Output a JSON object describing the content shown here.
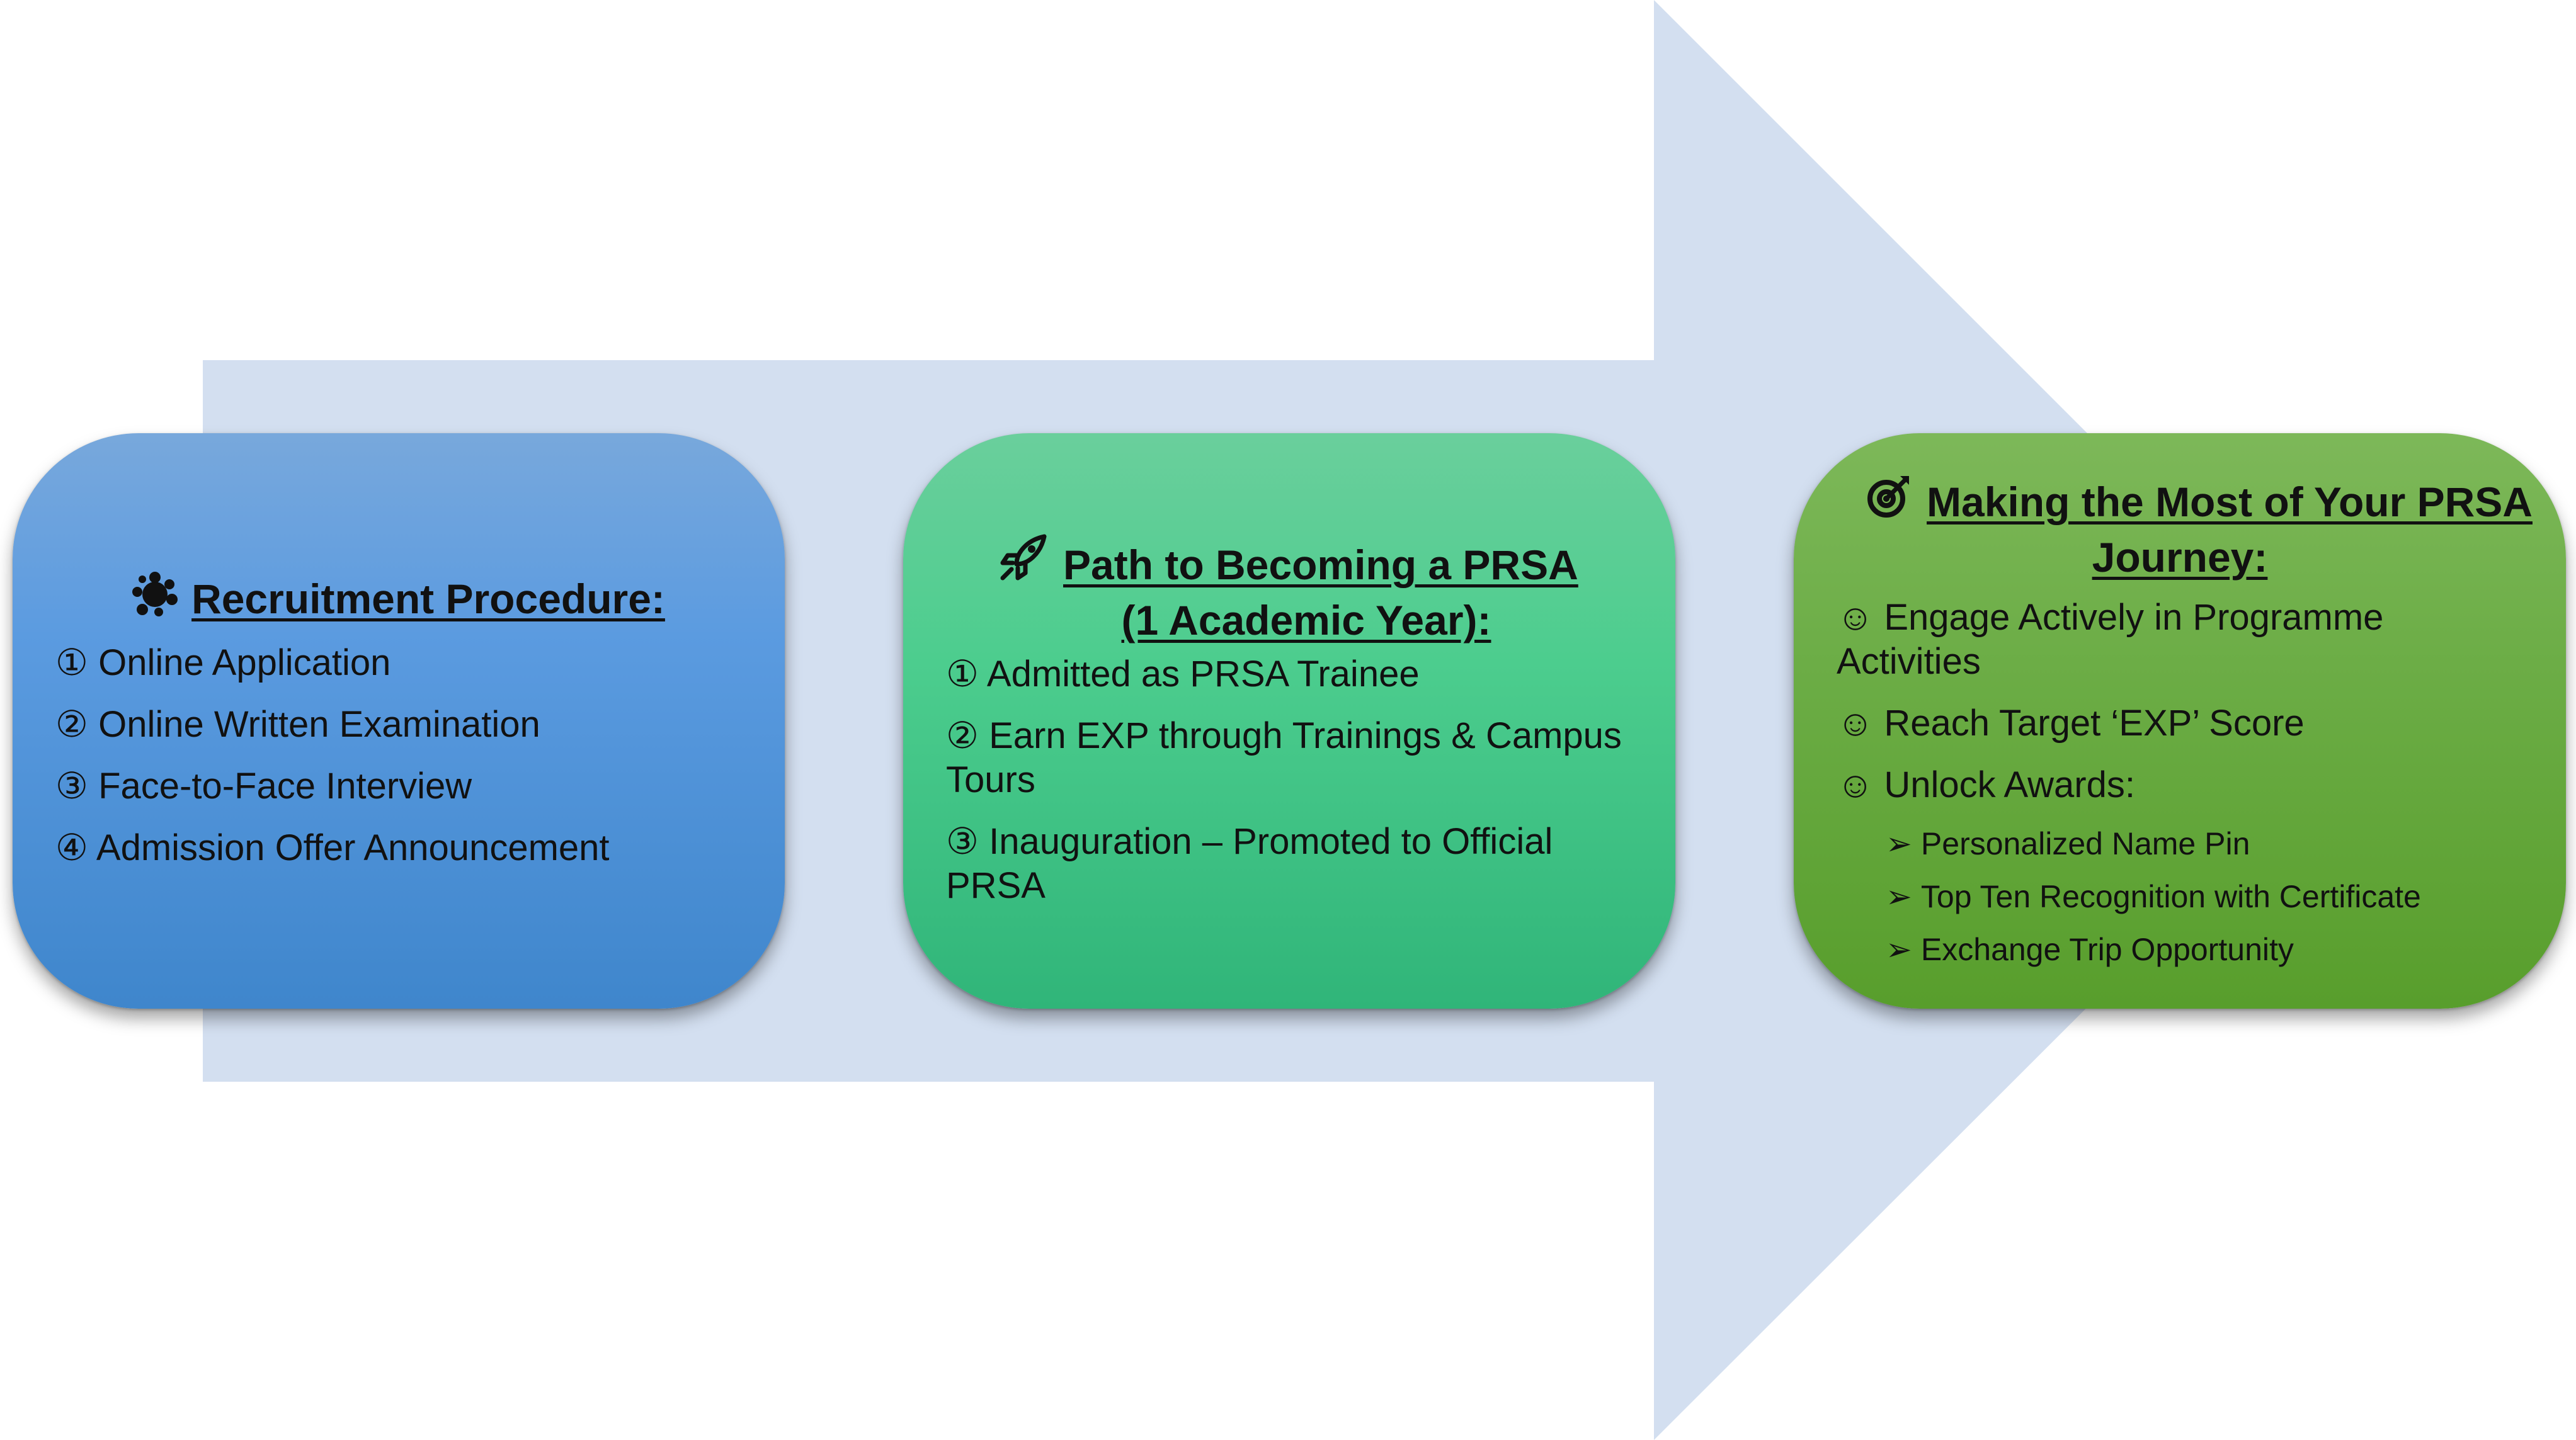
{
  "diagram": {
    "colors": {
      "arrow": "#d3dff0",
      "box1": "#5b9be0",
      "box2": "#4ccd8e",
      "box3": "#6cad46"
    },
    "stages": [
      {
        "icon": "splat-icon",
        "title": "Recruitment Procedure:",
        "items": [
          "① Online Application",
          "② Online Written Examination",
          "③ Face-to-Face Interview",
          "④ Admission Offer Announcement"
        ]
      },
      {
        "icon": "rocket-icon",
        "title_line1": "Path to Becoming a PRSA",
        "title_line2": "(1 Academic Year):",
        "items": [
          "① Admitted as PRSA Trainee",
          "② Earn EXP through Trainings & Campus Tours",
          "③ Inauguration – Promoted to Official PRSA"
        ]
      },
      {
        "icon": "target-icon",
        "title_line1": "Making the Most of Your PRSA",
        "title_line2": "Journey:",
        "items": [
          "☺ Engage Actively in Programme Activities",
          "☺ Reach Target ‘EXP’ Score",
          "☺ Unlock Awards:"
        ],
        "bullet": "➢",
        "awards": [
          "Personalized Name Pin",
          "Top Ten Recognition with Certificate",
          "Exchange Trip Opportunity"
        ]
      }
    ]
  }
}
